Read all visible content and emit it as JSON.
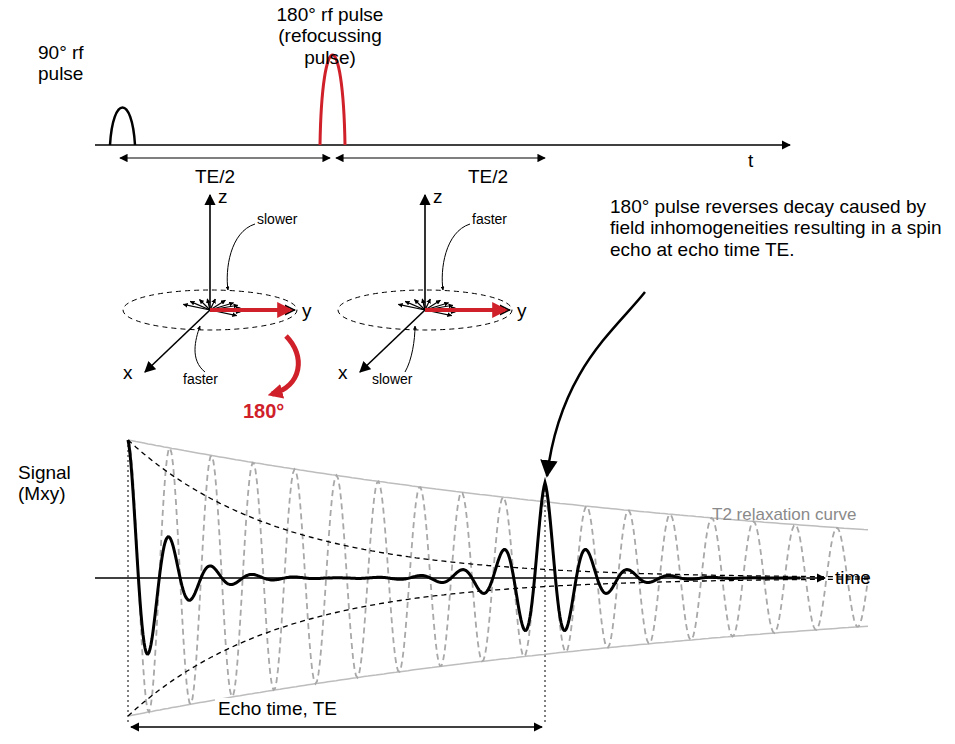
{
  "diagram": {
    "labels": [
      "90° rf pulse",
      "180° rf pulse (refocussing pulse)",
      "TE/2",
      "TE/2",
      "t",
      "z",
      "slower",
      "faster",
      "y",
      "x",
      "180°",
      "z",
      "faster",
      "slower",
      "y",
      "x",
      "180° pulse reverses decay caused by field inhomogeneities resulting in a spin echo at echo time TE.",
      "Signal (Mxy)",
      "T2 relaxation curve",
      "time",
      "Echo time, TE"
    ]
  }
}
